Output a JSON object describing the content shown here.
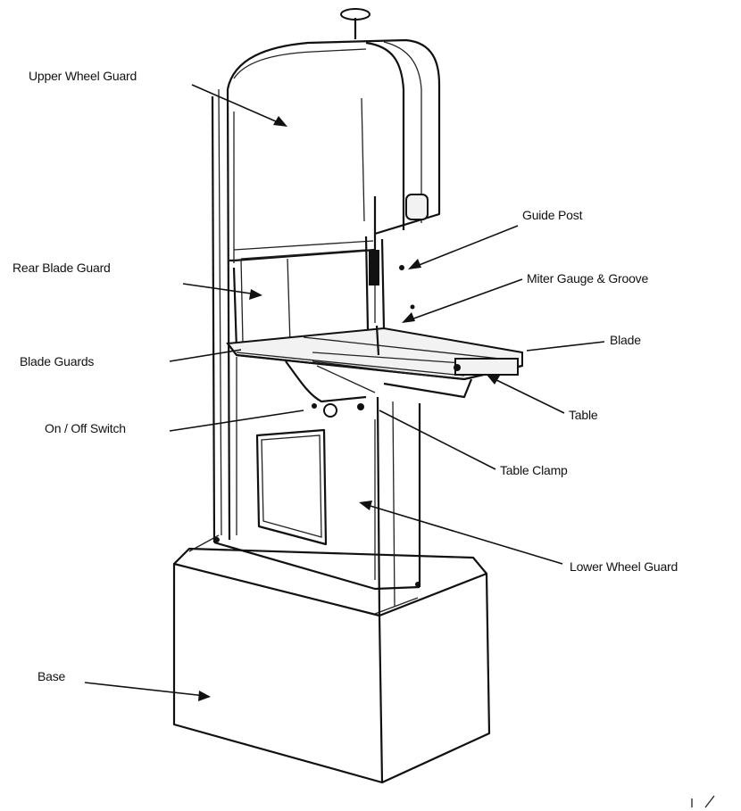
{
  "labels": {
    "upper_wheel_guard": "Upper Wheel Guard",
    "guide_post": "Guide Post",
    "rear_blade_guard": "Rear Blade Guard",
    "miter_gauge_groove": "Miter Gauge & Groove",
    "blade": "Blade",
    "blade_guards": "Blade Guards",
    "table": "Table",
    "on_off_switch": "On / Off Switch",
    "table_clamp": "Table Clamp",
    "lower_wheel_guard": "Lower Wheel Guard",
    "base": "Base"
  },
  "colors": {
    "line": "#111111",
    "background": "#ffffff"
  }
}
